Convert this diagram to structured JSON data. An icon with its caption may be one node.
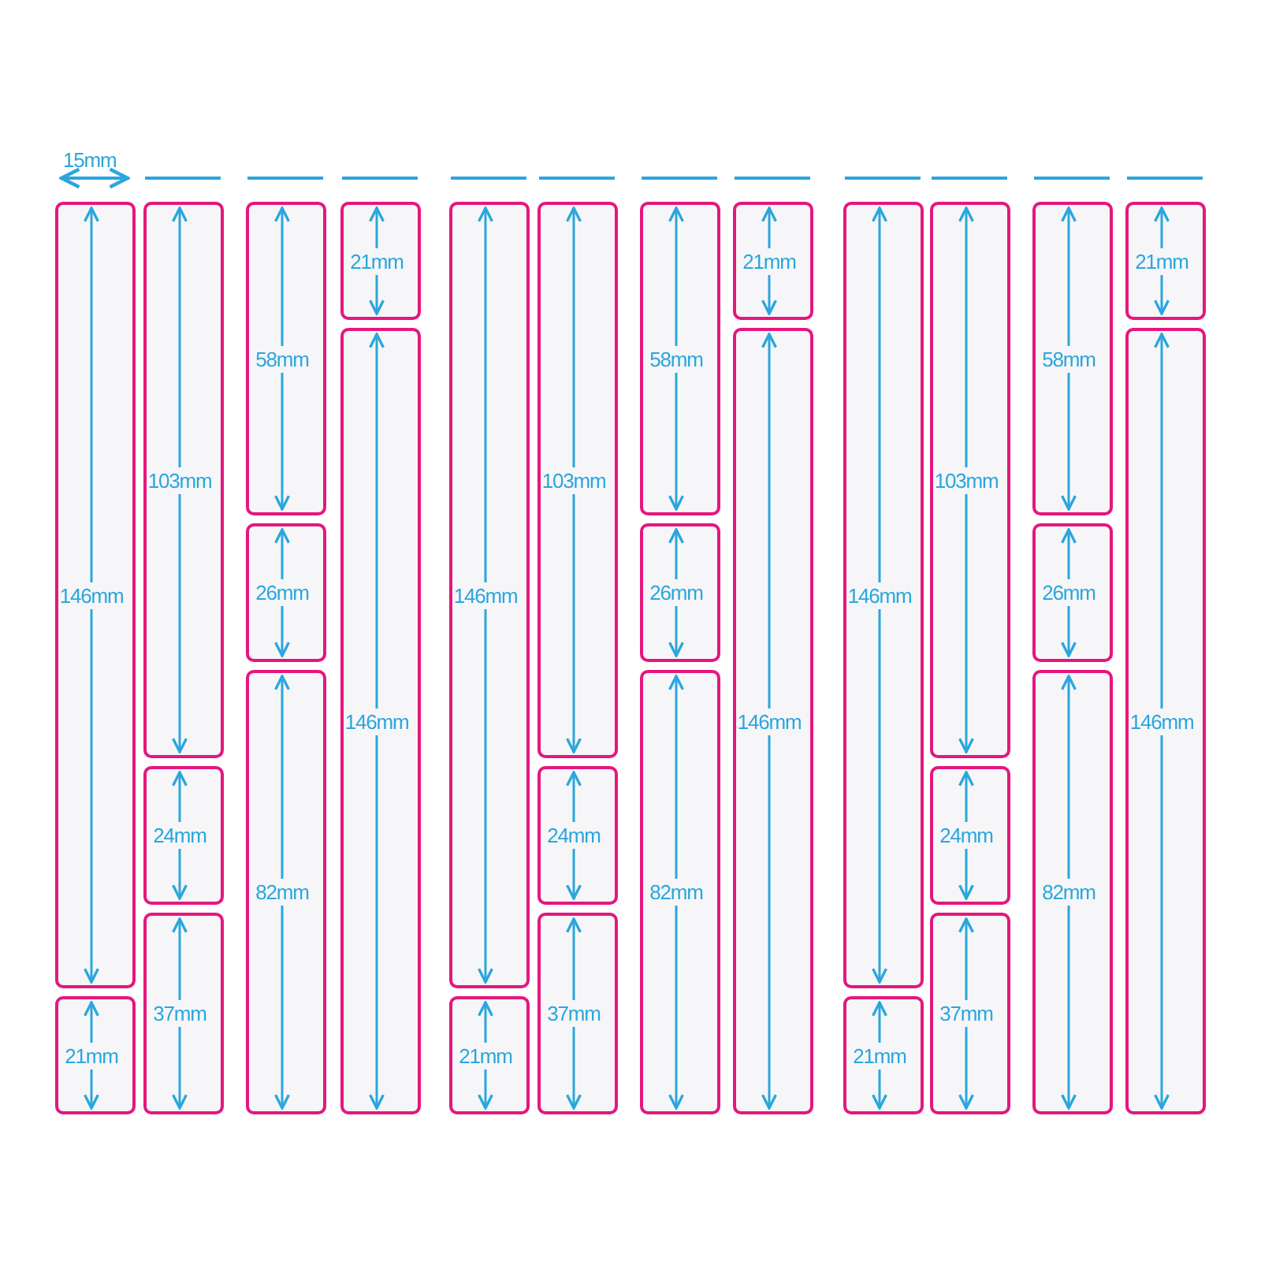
{
  "diagram": {
    "nodes": [
      {
        "text": [
          "146mm"
        ]
      },
      {
        "text": [
          "21mm"
        ]
      },
      {
        "text": [
          "103mm"
        ]
      },
      {
        "text": [
          "24mm"
        ]
      },
      {
        "text": [
          "37mm"
        ]
      },
      {
        "text": [
          "58mm"
        ]
      },
      {
        "text": [
          "26mm"
        ]
      },
      {
        "text": [
          "82mm"
        ]
      },
      {
        "text": [
          "21mm"
        ]
      },
      {
        "text": [
          "146mm"
        ]
      },
      {
        "text": [
          "146mm"
        ]
      },
      {
        "text": [
          "21mm"
        ]
      },
      {
        "text": [
          "103mm"
        ]
      },
      {
        "text": [
          "24mm"
        ]
      },
      {
        "text": [
          "37mm"
        ]
      },
      {
        "text": [
          "58mm"
        ]
      },
      {
        "text": [
          "26mm"
        ]
      },
      {
        "text": [
          "82mm"
        ]
      },
      {
        "text": [
          "21mm"
        ]
      },
      {
        "text": [
          "146mm"
        ]
      },
      {
        "text": [
          "146mm"
        ]
      },
      {
        "text": [
          "21mm"
        ]
      },
      {
        "text": [
          "103mm"
        ]
      },
      {
        "text": [
          "24mm"
        ]
      },
      {
        "text": [
          "37mm"
        ]
      },
      {
        "text": [
          "58mm"
        ]
      },
      {
        "text": [
          "26mm"
        ]
      },
      {
        "text": [
          "82mm"
        ]
      },
      {
        "text": [
          "21mm"
        ]
      },
      {
        "text": [
          "146mm"
        ]
      }
    ],
    "labels": [
      "15mm"
    ]
  }
}
